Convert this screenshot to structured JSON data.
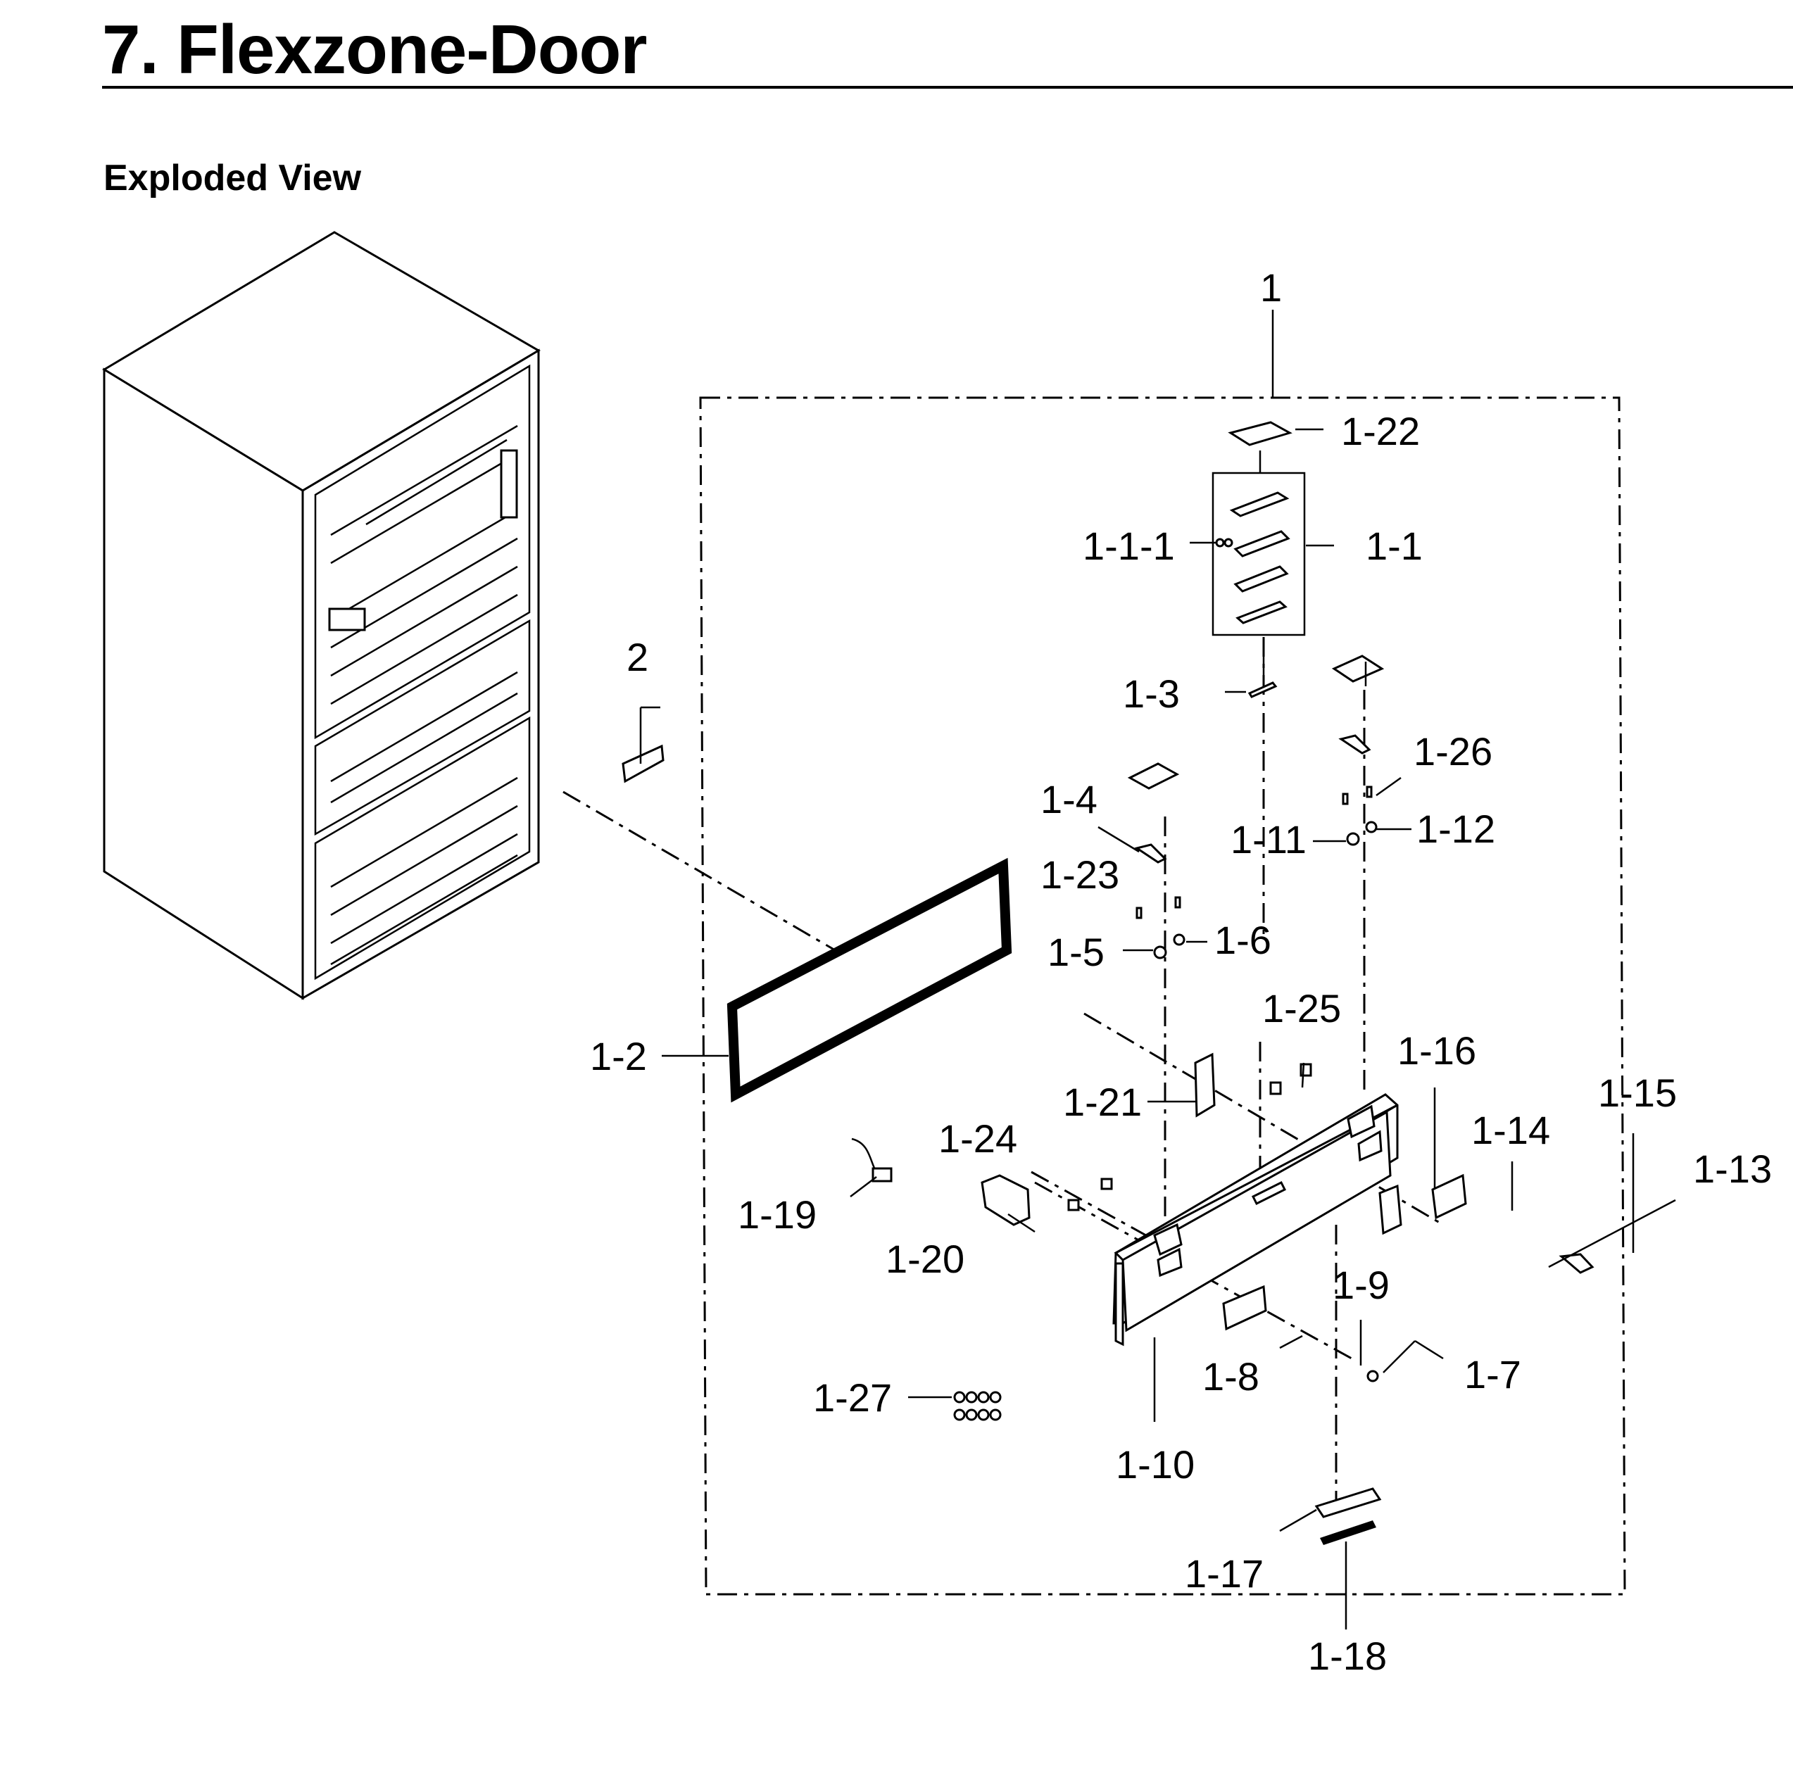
{
  "header": {
    "title": "7.  Flexzone-Door",
    "subtitle": "Exploded View"
  },
  "callouts": {
    "c1": "1",
    "c2": "2",
    "c1_1": "1-1",
    "c1_1_1": "1-1-1",
    "c1_2": "1-2",
    "c1_3": "1-3",
    "c1_4": "1-4",
    "c1_5": "1-5",
    "c1_6": "1-6",
    "c1_7": "1-7",
    "c1_8": "1-8",
    "c1_9": "1-9",
    "c1_10": "1-10",
    "c1_11": "1-11",
    "c1_12": "1-12",
    "c1_13": "1-13",
    "c1_14": "1-14",
    "c1_15": "1-15",
    "c1_16": "1-16",
    "c1_17": "1-17",
    "c1_18": "1-18",
    "c1_19": "1-19",
    "c1_20": "1-20",
    "c1_21": "1-21",
    "c1_22": "1-22",
    "c1_23": "1-23",
    "c1_24": "1-24",
    "c1_25": "1-25",
    "c1_26": "1-26",
    "c1_27": "1-27"
  }
}
